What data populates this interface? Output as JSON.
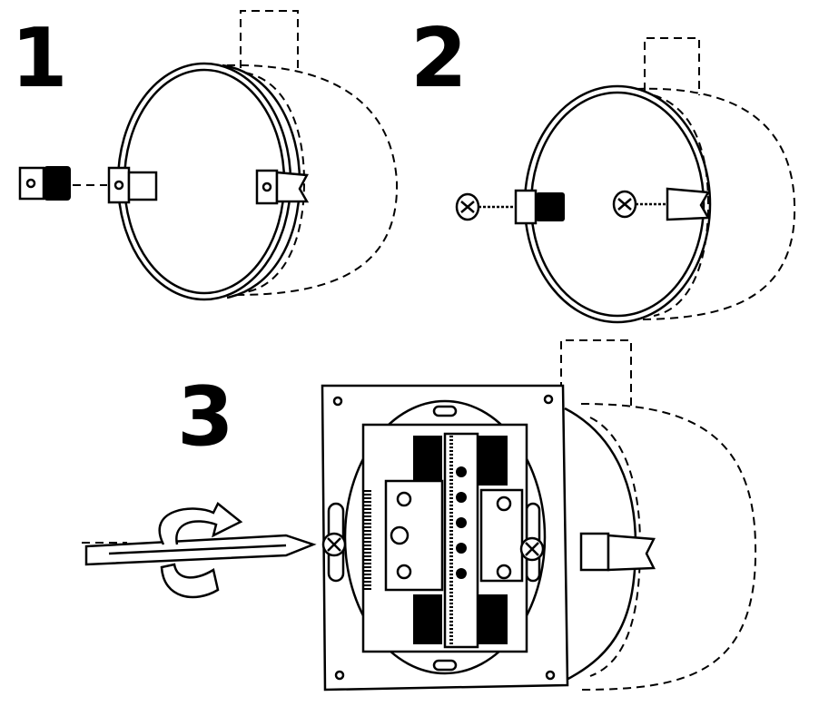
{
  "steps": [
    {
      "number": "1"
    },
    {
      "number": "2"
    },
    {
      "number": "3"
    }
  ],
  "colors": {
    "line": "#000000",
    "background": "#ffffff"
  }
}
